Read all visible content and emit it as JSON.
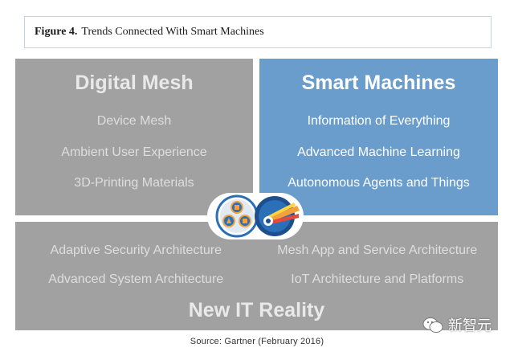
{
  "caption": {
    "label": "Figure 4.",
    "text": "Trends Connected With Smart Machines"
  },
  "quadrants": {
    "top_left": {
      "title": "Digital Mesh",
      "items": [
        "Device Mesh",
        "Ambient User Experience",
        "3D-Printing Materials"
      ]
    },
    "top_right": {
      "title": "Smart Machines",
      "items": [
        "Information of Everything",
        "Advanced Machine Learning",
        "Autonomous Agents and Things"
      ]
    },
    "bottom": {
      "title": "New IT Reality",
      "left_items": [
        "Adaptive Security Architecture",
        "Advanced System Architecture"
      ],
      "right_items": [
        "Mesh App and Service Architecture",
        "IoT Architecture and Platforms"
      ]
    }
  },
  "source": "Source: Gartner (February 2016)",
  "watermark": {
    "text": "新智元"
  },
  "colors": {
    "gray": "#a1a1a1",
    "blue": "#6a9dcb",
    "hub_orange": "#f3a23a",
    "hub_blue": "#2b6fb8"
  }
}
